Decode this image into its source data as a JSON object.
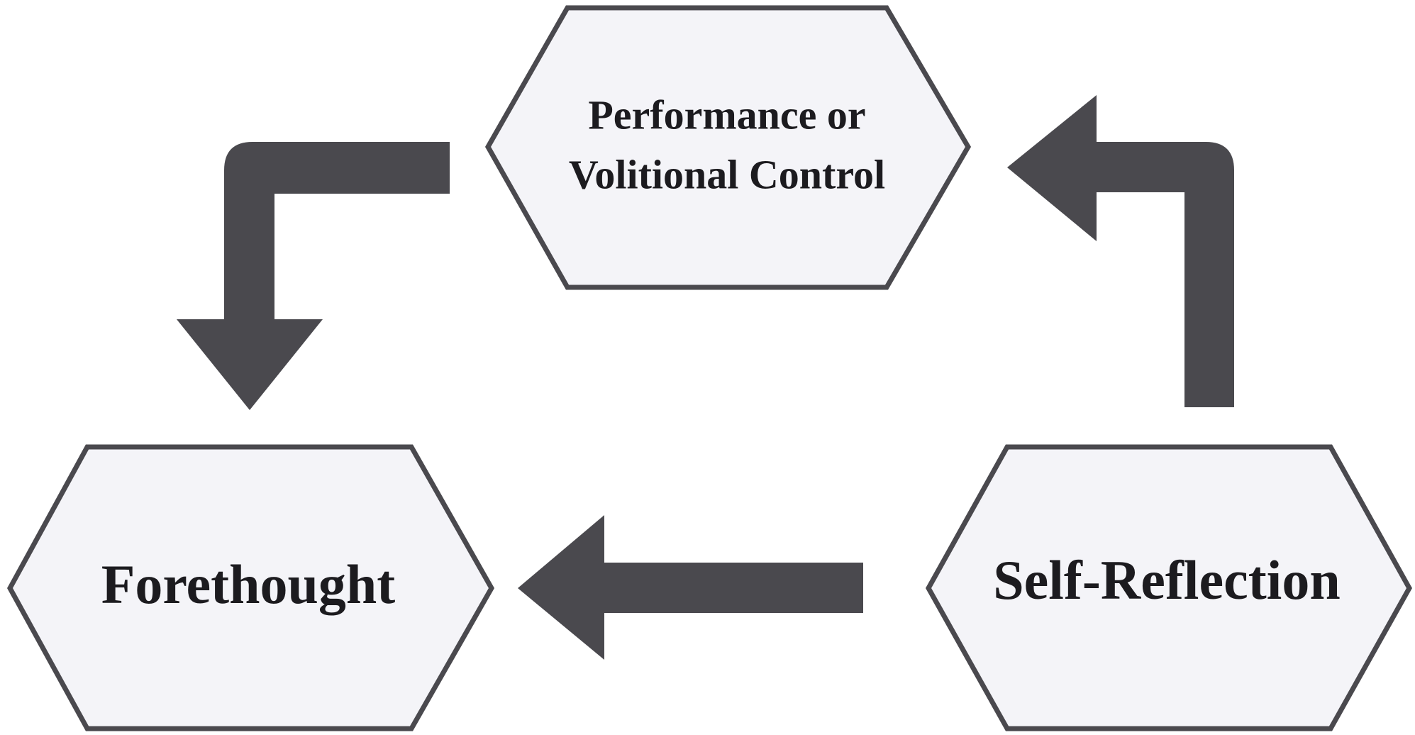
{
  "diagram": {
    "nodes": {
      "performance": {
        "line1": "Performance or",
        "line2": "Volitional Control"
      },
      "forethought": {
        "label": "Forethought"
      },
      "self_reflection": {
        "label": "Self-Reflection"
      }
    },
    "colors": {
      "node_fill": "#f4f4f8",
      "node_stroke": "#4a494e",
      "arrow": "#4a494e",
      "text": "#1c1b1f"
    },
    "flow": [
      {
        "from": "Performance or Volitional Control",
        "to": "Forethought"
      },
      {
        "from": "Self-Reflection",
        "to": "Forethought"
      },
      {
        "from": "Self-Reflection",
        "to": "Performance or Volitional Control"
      }
    ]
  }
}
